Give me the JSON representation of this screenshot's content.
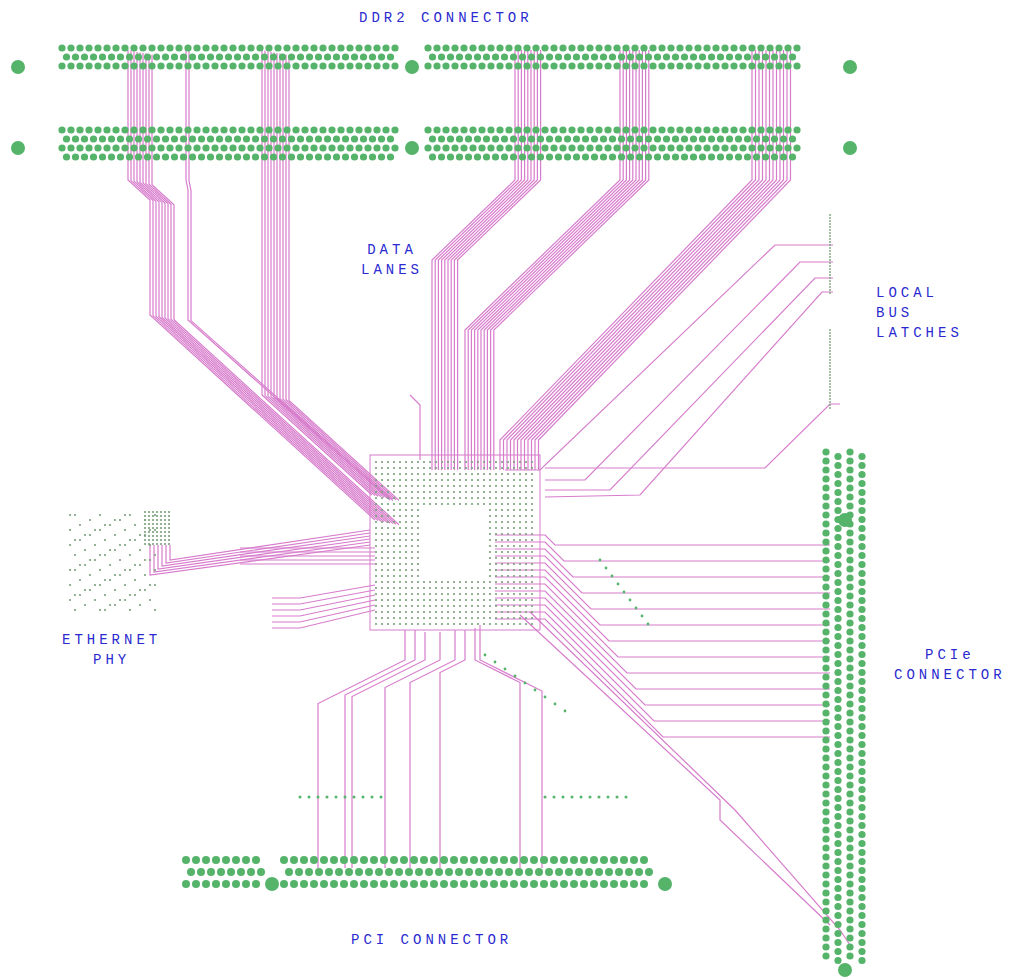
{
  "diagram": {
    "labels": [
      "DDR2 CONNECTOR",
      "DATA LANES",
      "LOCAL BUS LATCHES",
      "ETHERNET PHY",
      "PCIe CONNECTOR",
      "PCI CONNECTOR"
    ]
  }
}
